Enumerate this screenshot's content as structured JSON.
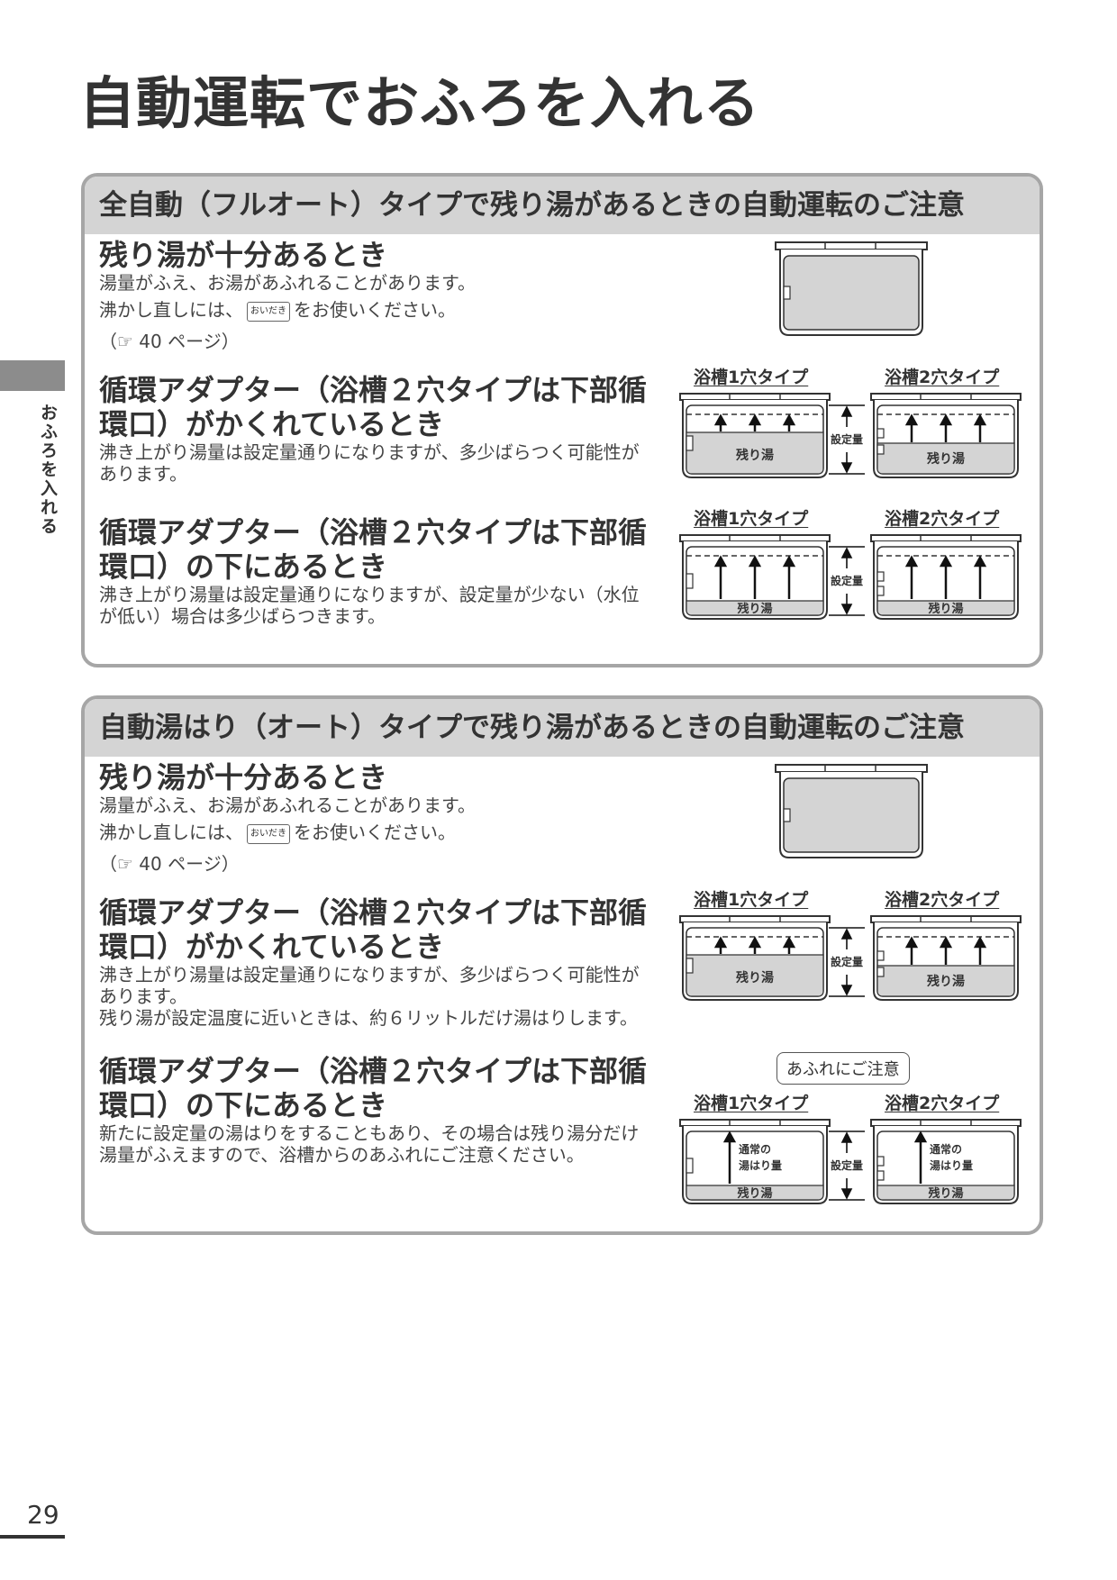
{
  "page": {
    "title": "自動運転でおふろを入れる",
    "side_label": "おふろを入れる",
    "page_number": "29"
  },
  "labels": {
    "one_hole": "浴槽1穴タイプ",
    "two_hole": "浴槽2穴タイプ",
    "set_amount": "設定量",
    "remaining": "残り湯",
    "normal_fill_line1": "通常の",
    "normal_fill_line2": "湯はり量",
    "caution": "あふれにご注意",
    "button_key": "おいだき"
  },
  "sections": [
    {
      "header": "全自動（フルオート）タイプで残り湯があるときの自動運転のご注意",
      "items": [
        {
          "title": "残り湯が十分あるとき",
          "line1": "湯量がふえ、お湯があふれることがあります。",
          "line2_pre": "沸かし直しには、",
          "line2_post": "をお使いください。",
          "ref": "（☞ 40 ページ）"
        },
        {
          "title_line1": "循環アダプター（浴槽２穴タイプは下部循",
          "title_line2": "環口）がかくれているとき",
          "line1": "沸き上がり湯量は設定量通りになりますが、多少ばらつく可能性が",
          "line2": "あります。"
        },
        {
          "title_line1": "循環アダプター（浴槽２穴タイプは下部循",
          "title_line2": "環口）の下にあるとき",
          "line1": "沸き上がり湯量は設定量通りになりますが、設定量が少ない（水位",
          "line2": "が低い）場合は多少ばらつきます。"
        }
      ]
    },
    {
      "header": "自動湯はり（オート）タイプで残り湯があるときの自動運転のご注意",
      "items": [
        {
          "title": "残り湯が十分あるとき",
          "line1": "湯量がふえ、お湯があふれることがあります。",
          "line2_pre": "沸かし直しには、",
          "line2_post": "をお使いください。",
          "ref": "（☞ 40 ページ）"
        },
        {
          "title_line1": "循環アダプター（浴槽２穴タイプは下部循",
          "title_line2": "環口）がかくれているとき",
          "line1": "沸き上がり湯量は設定量通りになりますが、多少ばらつく可能性が",
          "line2": "あります。",
          "line3": "残り湯が設定温度に近いときは、約６リットルだけ湯はりします。"
        },
        {
          "title_line1": "循環アダプター（浴槽２穴タイプは下部循",
          "title_line2": "環口）の下にあるとき",
          "line1": "新たに設定量の湯はりをすることもあり、その場合は残り湯分だけ",
          "line2": "湯量がふえますので、浴槽からのあふれにご注意ください。"
        }
      ]
    }
  ]
}
